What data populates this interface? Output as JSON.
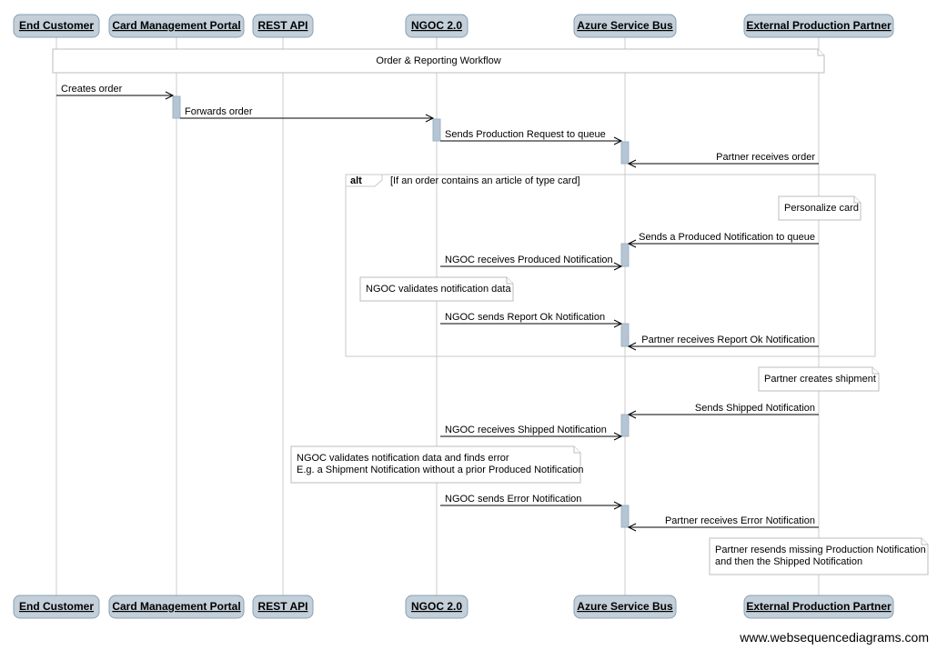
{
  "participants": [
    {
      "id": "customer",
      "label": "End Customer"
    },
    {
      "id": "portal",
      "label": "Card Management Portal"
    },
    {
      "id": "api",
      "label": "REST API"
    },
    {
      "id": "ngoc",
      "label": "NGOC 2.0"
    },
    {
      "id": "bus",
      "label": "Azure Service Bus"
    },
    {
      "id": "partner",
      "label": "External Production Partner"
    }
  ],
  "messages": [
    {
      "from": "customer",
      "to": "portal",
      "label": "Creates order"
    },
    {
      "from": "portal",
      "to": "ngoc",
      "label": "Forwards order"
    },
    {
      "from": "ngoc",
      "to": "bus",
      "label": "Sends Production Request to queue"
    },
    {
      "from": "partner",
      "to": "bus",
      "label": "Partner receives order"
    },
    {
      "from": "partner",
      "to": "bus",
      "label": "Sends a Produced Notification to queue"
    },
    {
      "from": "ngoc",
      "to": "bus",
      "label": "NGOC receives Produced Notification"
    },
    {
      "from": "ngoc",
      "to": "bus",
      "label": "NGOC sends Report Ok Notification"
    },
    {
      "from": "partner",
      "to": "bus",
      "label": "Partner receives Report Ok Notification"
    },
    {
      "from": "partner",
      "to": "bus",
      "label": "Sends Shipped Notification"
    },
    {
      "from": "ngoc",
      "to": "bus",
      "label": "NGOC receives Shipped Notification"
    },
    {
      "from": "ngoc",
      "to": "bus",
      "label": "NGOC sends Error Notification"
    },
    {
      "from": "partner",
      "to": "bus",
      "label": "Partner receives Error Notification"
    }
  ],
  "notes": [
    {
      "lines": [
        "Order & Reporting Workflow"
      ]
    },
    {
      "lines": [
        "Personalize card"
      ]
    },
    {
      "lines": [
        "NGOC validates notification data"
      ]
    },
    {
      "lines": [
        "Partner creates shipment"
      ]
    },
    {
      "lines": [
        "NGOC validates notification data and finds error",
        "E.g. a Shipment Notification without a prior Produced Notification"
      ]
    },
    {
      "lines": [
        "Partner resends missing Production Notification",
        "and then the Shipped Notification"
      ]
    }
  ],
  "frames": [
    {
      "label": "alt",
      "condition": "[If an order contains an article of type card]"
    }
  ],
  "watermark": "www.websequencediagrams.com"
}
